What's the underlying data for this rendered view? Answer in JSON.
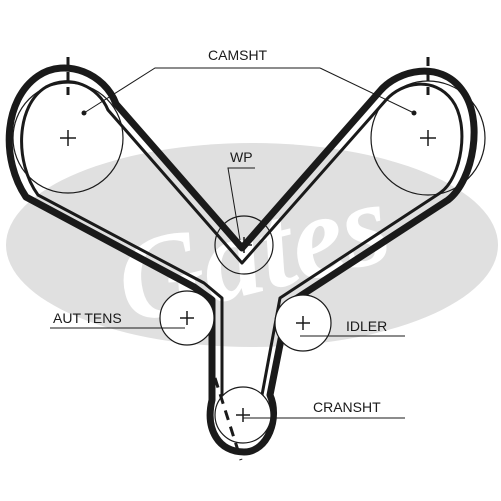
{
  "watermark": {
    "text": "Gates",
    "color": "#e0e0e0"
  },
  "belt": {
    "color": "#1a1a1a"
  },
  "labels": {
    "camshaft": "CAMSHT",
    "water_pump": "WP",
    "auto_tensioner": "AUT TENS",
    "idler": "IDLER",
    "crankshaft": "CRANSHT"
  }
}
